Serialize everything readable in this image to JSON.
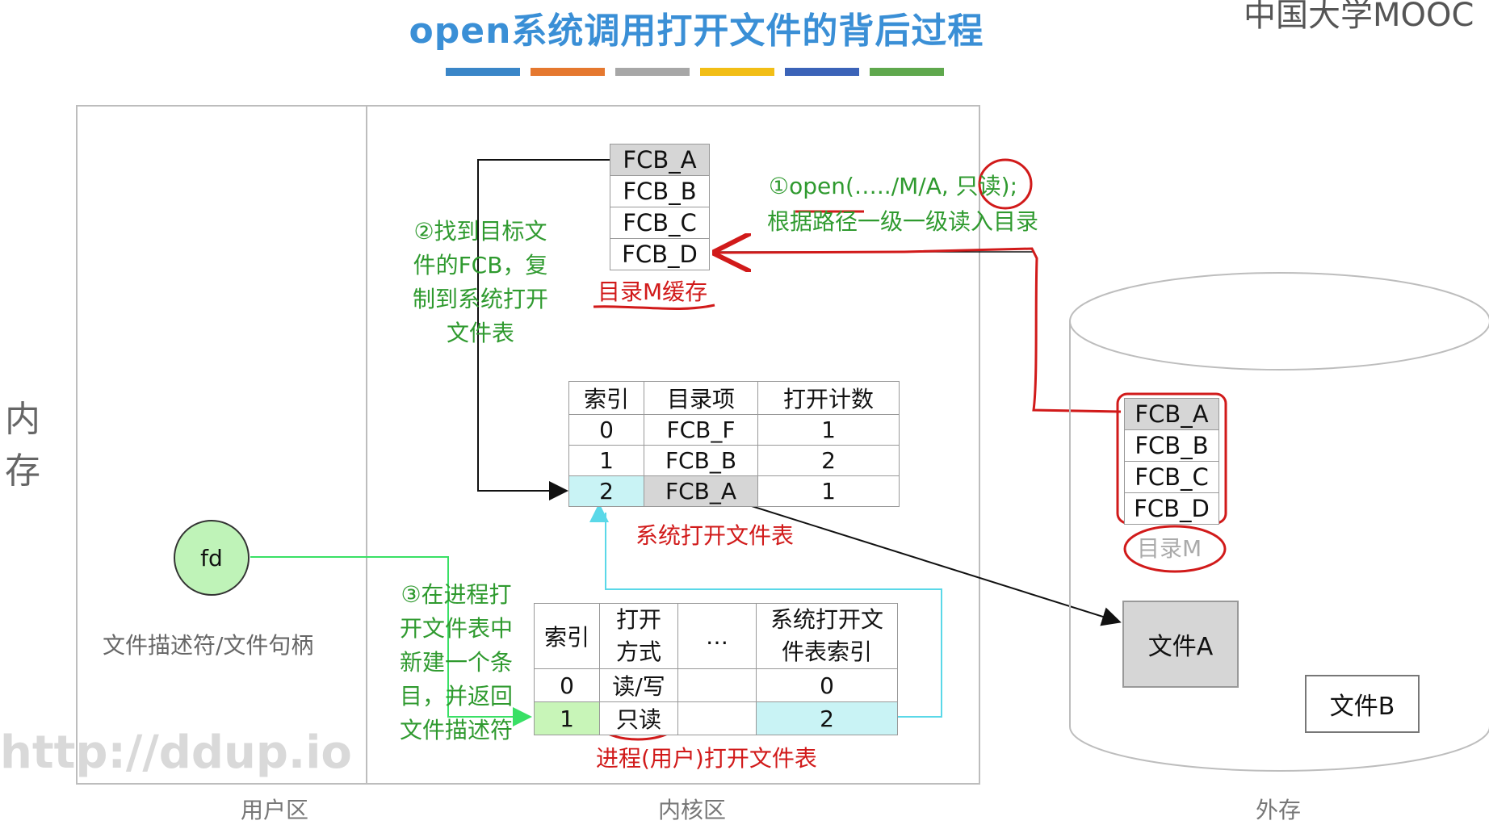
{
  "title": "open系统调用打开文件的背后过程",
  "brand": "中国大学MOOC",
  "accent_bars": [
    "#3a86c8",
    "#e5782f",
    "#a7a7a7",
    "#f2be16",
    "#3b63b8",
    "#5fa84d"
  ],
  "memory_label": "内存",
  "zones": {
    "user": "用户区",
    "kernel": "内核区",
    "external": "外存"
  },
  "watermark": "http://ddup.io",
  "dir_cache": {
    "items": [
      "FCB_A",
      "FCB_B",
      "FCB_C",
      "FCB_D"
    ],
    "label": "目录M缓存"
  },
  "step1": {
    "line1": "①open(…../M/A, 只读);",
    "line2": "根据路径一级一级读入目录"
  },
  "step2": [
    "②找到目标文",
    "件的FCB，复",
    "制到系统打开",
    "文件表"
  ],
  "step3": [
    "③在进程打",
    "开文件表中",
    "新建一个条",
    "目，并返回",
    "文件描述符"
  ],
  "system_open_file_table": {
    "headers": [
      "索引",
      "目录项",
      "打开计数"
    ],
    "rows": [
      [
        "0",
        "FCB_F",
        "1"
      ],
      [
        "1",
        "FCB_B",
        "2"
      ],
      [
        "2",
        "FCB_A",
        "1"
      ]
    ],
    "label": "系统打开文件表"
  },
  "process_open_file_table": {
    "headers": [
      "索引",
      "打开方式",
      "…",
      "系统打开文件表索引"
    ],
    "rows": [
      [
        "0",
        "读/写",
        "",
        "0"
      ],
      [
        "1",
        "只读",
        "",
        "2"
      ]
    ],
    "label": "进程(用户)打开文件表"
  },
  "fd": {
    "label": "fd",
    "caption": "文件描述符/文件句柄"
  },
  "disk": {
    "dir_items": [
      "FCB_A",
      "FCB_B",
      "FCB_C",
      "FCB_D"
    ],
    "dir_label": "目录M",
    "file_a": "文件A",
    "file_b": "文件B"
  },
  "colors": {
    "title": "#3a8fd6",
    "annotation_green": "#2f9a2f",
    "annotation_red": "#d11a1a",
    "highlight_cyan": "#c9f3f5",
    "highlight_green": "#c8f5b8",
    "highlight_grey": "#d6d6d6"
  }
}
